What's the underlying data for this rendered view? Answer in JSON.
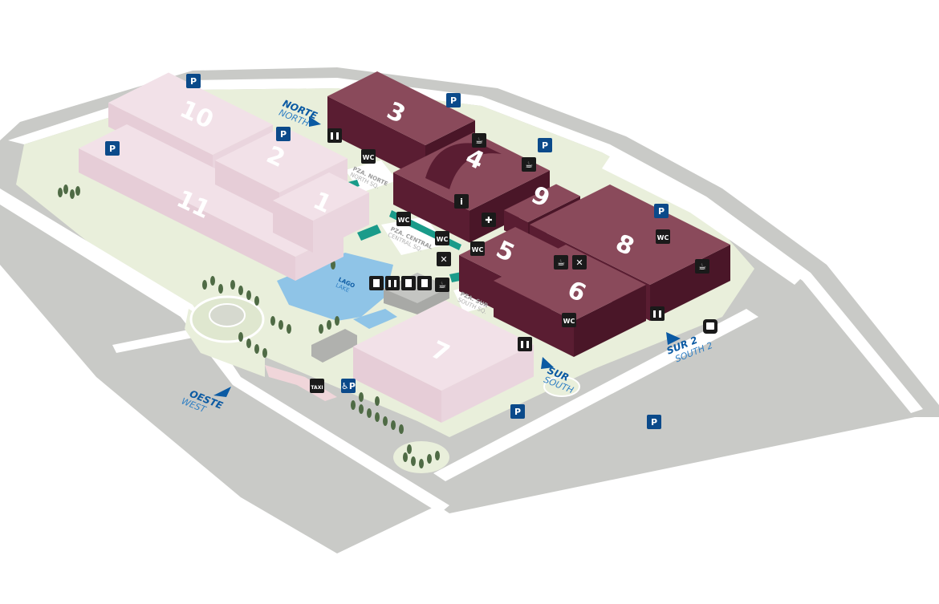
{
  "halls": {
    "h1": "1",
    "h2": "2",
    "h3": "3",
    "h4": "4",
    "h5": "5",
    "h6": "6",
    "h7": "7",
    "h8": "8",
    "h9": "9",
    "h10": "10",
    "h11": "11"
  },
  "entrances": {
    "north": {
      "es": "NORTE",
      "en": "NORTH"
    },
    "south": {
      "es": "SUR",
      "en": "SOUTH"
    },
    "south2": {
      "es": "SUR 2",
      "en": "SOUTH 2"
    },
    "west": {
      "es": "OESTE",
      "en": "WEST"
    }
  },
  "squares": {
    "north": {
      "es": "PZA. NORTE",
      "en": "NORTH SQ."
    },
    "central": {
      "es": "PZA. CENTRAL",
      "en": "CENTRAL SQ."
    },
    "south": {
      "es": "PZA. SUR",
      "en": "SOUTH SQ."
    }
  },
  "lake": {
    "es": "LAGO",
    "en": "LAKE"
  },
  "icons": {
    "parking": "P",
    "wc": "WC",
    "taxi": "TAXI",
    "info": "i",
    "first_aid": "✚",
    "cafe": "☕",
    "restaurant": "✕",
    "accessible_parking": "♿P"
  },
  "colors": {
    "ground": "#e9efdb",
    "road": "#c9cac7",
    "hall_dark_top": "#8a4a5b",
    "hall_dark_side": "#5a1d32",
    "hall_pink_top": "#f2e1e8",
    "hall_pink_side": "#e6cdd7",
    "parking_blue": "#0b4a8a",
    "lake": "#8fc4e7",
    "teal": "#1a9b8a"
  }
}
